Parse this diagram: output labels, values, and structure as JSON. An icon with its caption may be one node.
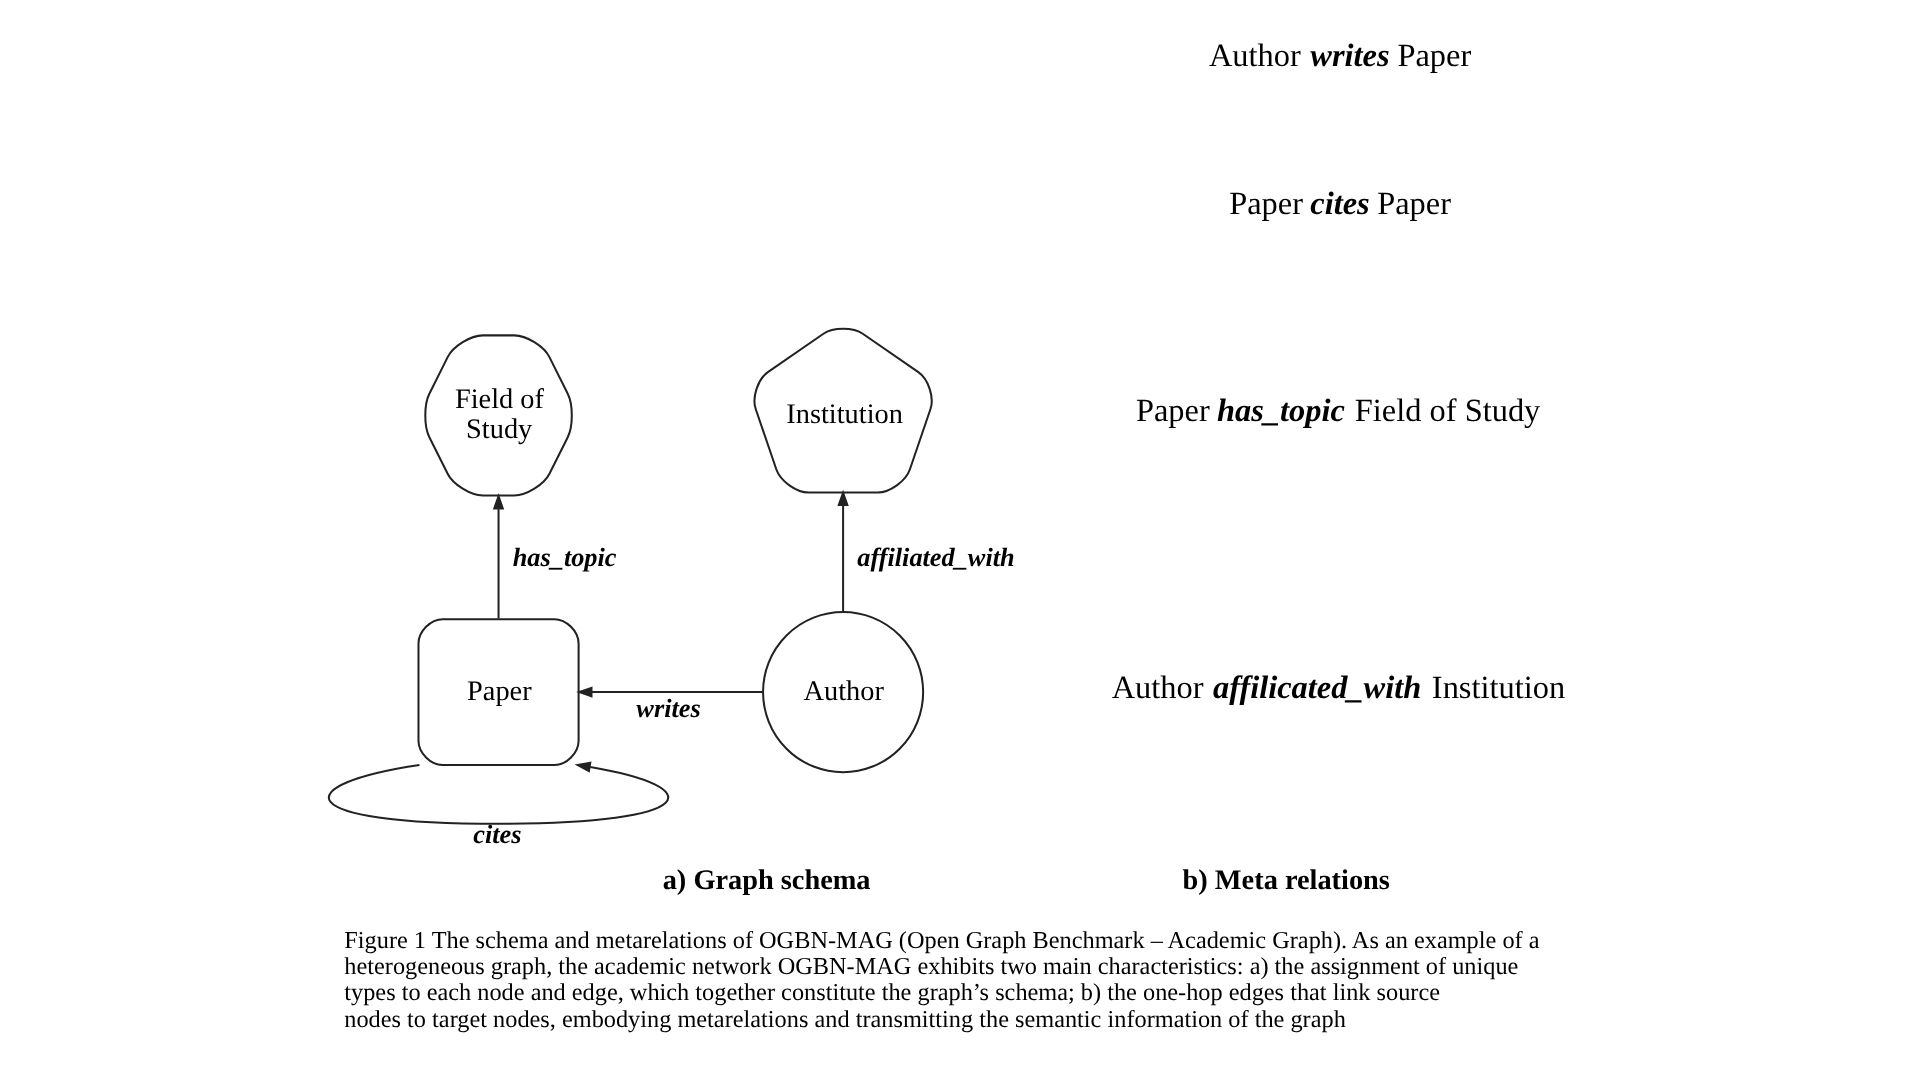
{
  "diagram": {
    "caption": "Figure 1 The schema and metarelations of OGBN-MAG (Open Graph Benchmark – Academic Graph). As an example of a heterogeneous graph, the academic network OGBN-MAG exhibits two main characteristics: a) the assignment of unique types to each node and edge, which together constitute the graph’s schema; b) the one-hop edges that link source nodes to target nodes, embodying metarelations and transmitting the semantic information of the graph",
    "nodes": [
      {
        "text": [
          "Field of Study"
        ]
      },
      {
        "text": [
          "Institution"
        ]
      },
      {
        "text": [
          "Paper"
        ]
      },
      {
        "text": [
          "Author"
        ]
      }
    ],
    "edges": [
      {
        "from": 2,
        "to": 0,
        "arrow": "to",
        "label": "has_topic"
      },
      {
        "from": 3,
        "to": 1,
        "arrow": "to",
        "label": "affiliated_with"
      },
      {
        "from": 3,
        "to": 2,
        "arrow": "to",
        "label": "writes"
      },
      {
        "from": 2,
        "to": 2,
        "arrow": "to",
        "label": "cites"
      }
    ],
    "labels": [
      "Author **writes** Paper",
      "Paper **cites** Paper",
      "Paper **has_topic** Field of Study",
      "Author **affilicated_with** Institution",
      "a) Graph schema",
      "b) Meta relations"
    ]
  }
}
